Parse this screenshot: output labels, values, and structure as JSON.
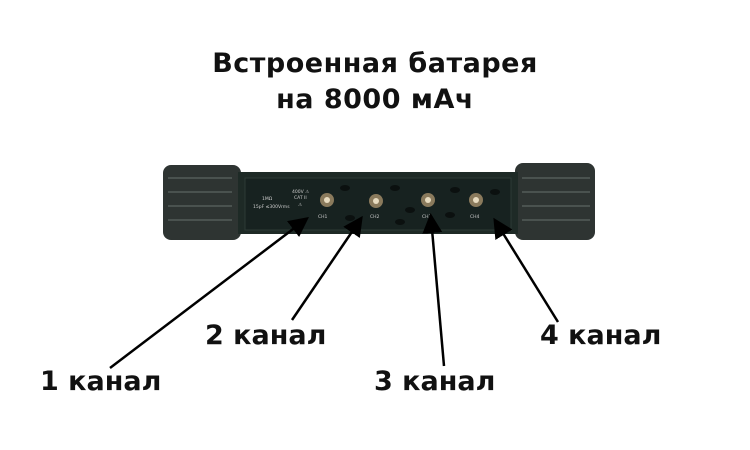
{
  "title_line1": "Встроенная батарея",
  "title_line2": "на 8000 мАч",
  "device": {
    "panel_text": [
      "400V ⚠",
      "CAT II",
      "⚠",
      "1MΩ",
      "15pF ≤300Vrms"
    ],
    "channels": [
      "CH1",
      "CH2",
      "CH3",
      "CH4"
    ]
  },
  "labels": [
    "1 канал",
    "2 канал",
    "3 канал",
    "4 канал"
  ]
}
